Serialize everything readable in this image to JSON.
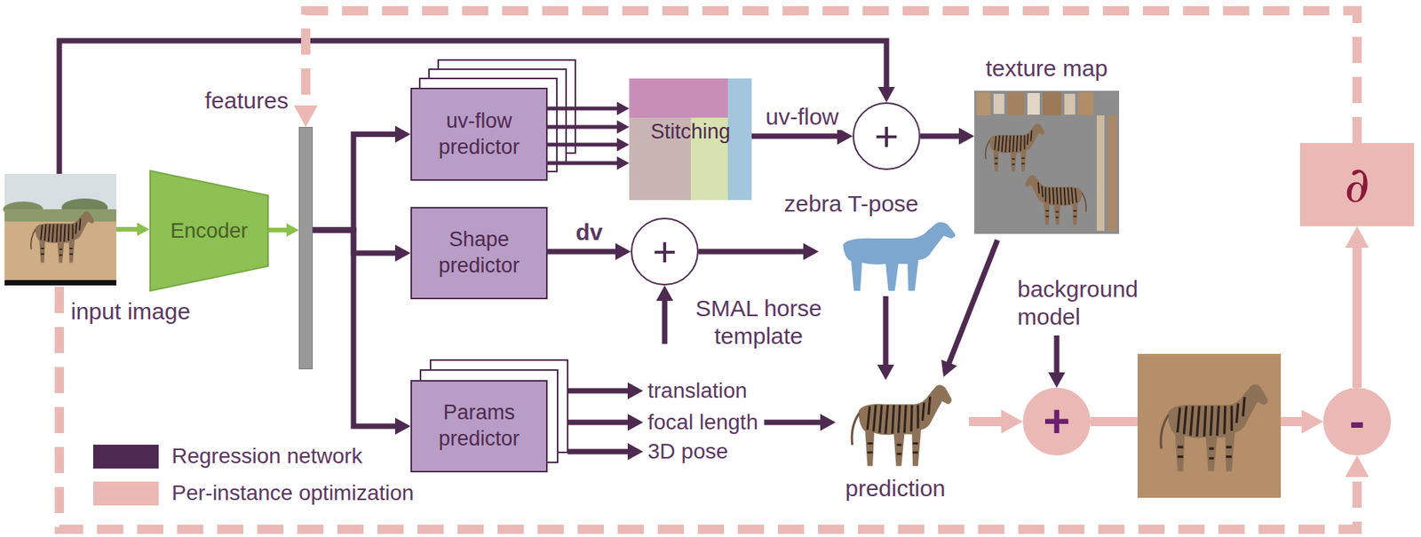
{
  "diagram": {
    "nodes": [
      {
        "text": [
          "input image"
        ]
      },
      {
        "text": [
          "Encoder"
        ]
      },
      {
        "text": [
          "features"
        ]
      },
      {
        "text": [
          "uv-flow predictor"
        ]
      },
      {
        "text": [
          "Shape predictor"
        ]
      },
      {
        "text": [
          "Params predictor"
        ]
      },
      {
        "text": [
          "Stitching"
        ]
      },
      {
        "text": [
          "+"
        ]
      },
      {
        "text": [
          "texture map"
        ]
      },
      {
        "text": [
          "+"
        ]
      },
      {
        "text": [
          "SMAL horse template"
        ]
      },
      {
        "text": [
          "zebra T-pose"
        ]
      },
      {
        "text": [
          "translation"
        ]
      },
      {
        "text": [
          "focal length"
        ]
      },
      {
        "text": [
          "3D pose"
        ]
      },
      {
        "text": [
          "prediction"
        ]
      },
      {
        "text": [
          "background model"
        ]
      },
      {
        "text": [
          "+"
        ]
      },
      {
        "text": [
          "-"
        ]
      },
      {
        "text": [
          "∂"
        ]
      }
    ],
    "edges": [
      {
        "from": 0,
        "to": 1,
        "arrow": "to"
      },
      {
        "from": 1,
        "to": 2,
        "arrow": "to"
      },
      {
        "from": 2,
        "to": 3,
        "arrow": "to"
      },
      {
        "from": 2,
        "to": 4,
        "arrow": "to"
      },
      {
        "from": 2,
        "to": 5,
        "arrow": "to"
      },
      {
        "from": 3,
        "to": 6,
        "arrow": "to"
      },
      {
        "from": 6,
        "to": 7,
        "label": "uv-flow",
        "arrow": "to"
      },
      {
        "from": 0,
        "to": 7,
        "arrow": "to"
      },
      {
        "from": 7,
        "to": 8,
        "arrow": "to"
      },
      {
        "from": 4,
        "to": 9,
        "label": "dv",
        "arrow": "to"
      },
      {
        "from": 10,
        "to": 9,
        "arrow": "to"
      },
      {
        "from": 9,
        "to": 11,
        "arrow": "to"
      },
      {
        "from": 5,
        "to": 12,
        "arrow": "to"
      },
      {
        "from": 5,
        "to": 13,
        "arrow": "to"
      },
      {
        "from": 5,
        "to": 14,
        "arrow": "to"
      },
      {
        "from": 13,
        "to": 15,
        "arrow": "to"
      },
      {
        "from": 11,
        "to": 15,
        "arrow": "to"
      },
      {
        "from": 8,
        "to": 15,
        "arrow": "to"
      },
      {
        "from": 15,
        "to": 17,
        "arrow": "to"
      },
      {
        "from": 16,
        "to": 17,
        "arrow": "to"
      },
      {
        "from": 17,
        "to": 18,
        "arrow": "to"
      },
      {
        "from": 18,
        "to": 19,
        "arrow": "to"
      },
      {
        "from": 19,
        "to": 2,
        "arrow": "to"
      },
      {
        "from": 0,
        "to": 18,
        "arrow": "to"
      }
    ],
    "legend": [
      {
        "text": "Regression network",
        "color": "#4e2a50"
      },
      {
        "text": "Per-instance optimization",
        "color": "#ebb9b5"
      }
    ]
  }
}
